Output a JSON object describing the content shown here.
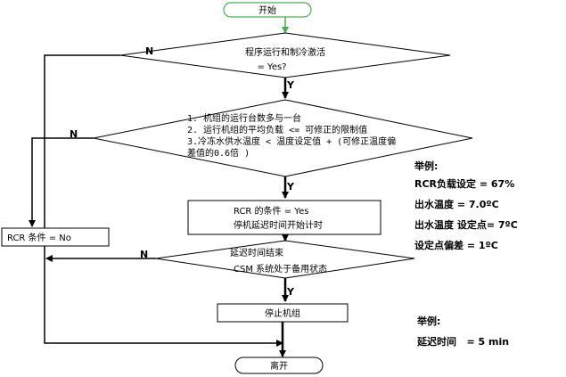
{
  "flow": {
    "start": "开始",
    "end": "离开",
    "decision1": {
      "line1": "程序运行和制冷激活",
      "line2": "= Yes?"
    },
    "decision2": {
      "line1": "1. 机组的运行台数多与一台",
      "line2": "2. 运行机组的平均负载 <= 可修正的限制值",
      "line3": "3.冷冻水供水温度 < 温度设定值 + (可修正温度偏",
      "line4": "差值的0.6倍 )"
    },
    "process1": {
      "line1": "RCR 的条件 = Yes",
      "line2": "停机延迟时间开始计时"
    },
    "decision3": {
      "line1": "延迟时间结束",
      "line2": "CSM 系统处于备用状态"
    },
    "process2": "停止机组",
    "rcr_no": "RCR 条件 = No",
    "yes_label": "Y",
    "no_label": "N"
  },
  "example1": {
    "title": "举例:",
    "rows": [
      "RCR负载设定 = 67%",
      "出水温度 = 7.0ºC",
      "出水温度 设定点= 7ºC",
      "设定点偏差 = 1ºC"
    ]
  },
  "example2": {
    "title": "举例:",
    "row": "延迟时间   = 5 min"
  },
  "colors": {
    "line": "#000000",
    "start_border": "#4caf50",
    "accent_arrow": "#4caf50"
  }
}
